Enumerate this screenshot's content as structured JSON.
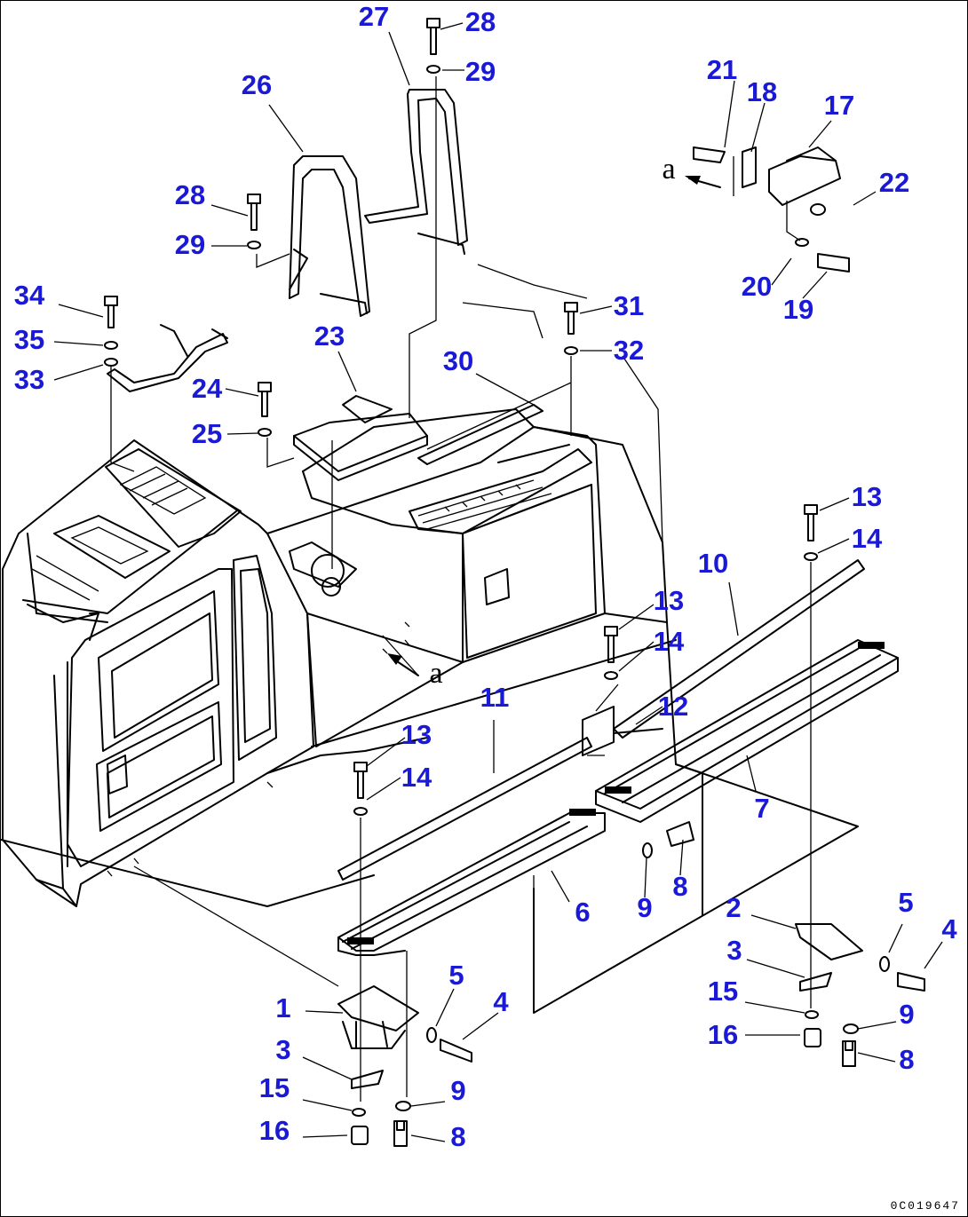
{
  "diagram": {
    "accent_color": "#1a1ad6",
    "line_color": "#000000",
    "drawing_number": "0C019647",
    "view_marker": "a",
    "callouts": [
      "1",
      "2",
      "3",
      "3",
      "4",
      "4",
      "5",
      "5",
      "6",
      "7",
      "8",
      "8",
      "8",
      "9",
      "9",
      "9",
      "10",
      "11",
      "12",
      "13",
      "13",
      "13",
      "14",
      "14",
      "14",
      "15",
      "15",
      "16",
      "16",
      "17",
      "18",
      "19",
      "20",
      "21",
      "22",
      "23",
      "24",
      "25",
      "26",
      "27",
      "28",
      "28",
      "29",
      "29",
      "30",
      "31",
      "32",
      "33",
      "34",
      "35"
    ]
  }
}
